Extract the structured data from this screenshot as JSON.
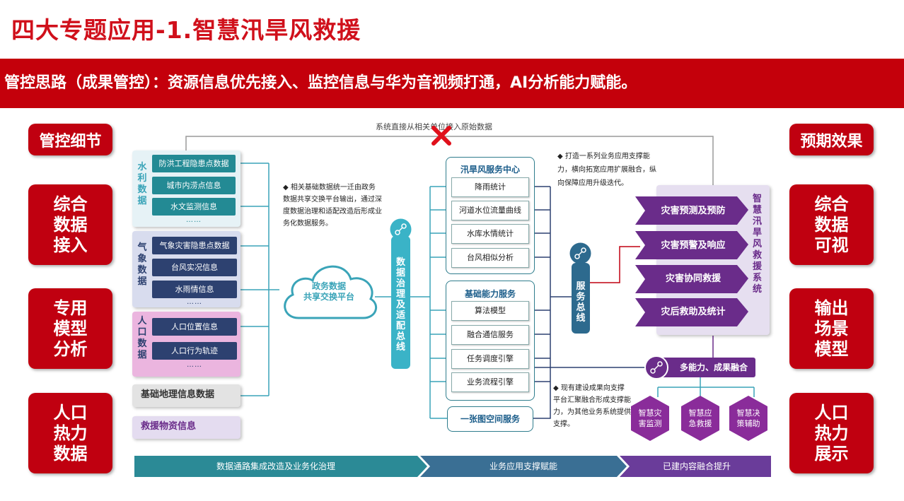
{
  "page": {
    "title": "四大专题应用-1.智慧汛旱风救援",
    "banner": "管控思路（成果管控）：资源信息优先接入、监控信息与华为音视频打通，AI分析能力赋能。"
  },
  "left": {
    "header": "管控细节",
    "items": [
      "综合\n数据\n接入",
      "专用\n模型\n分析",
      "人口\n热力\n数据"
    ]
  },
  "right": {
    "header": "预期效果",
    "items": [
      "综合\n数据\n可视",
      "输出\n场景\n模型",
      "人口\n热力\n展示"
    ]
  },
  "top_note": "系统直接从相关单位接入原始数据",
  "sources": {
    "water": {
      "label": "水利数据",
      "items": [
        "防洪工程隐患点数据",
        "城市内涝点信息",
        "水文监测信息"
      ],
      "more": "……"
    },
    "weather": {
      "label": "气象数据",
      "items": [
        "气象灾害隐患点数据",
        "台风实况信息",
        "水雨情信息"
      ],
      "more": "……"
    },
    "population": {
      "label": "人口数据",
      "items": [
        "人口位置信息",
        "人口行为轨迹"
      ],
      "more": "……"
    },
    "geo": "基础地理信息数据",
    "rescue": "救援物资信息"
  },
  "cloud": {
    "line1": "政务数据",
    "line2": "共享交换平台"
  },
  "notes": {
    "n1": "相关基础数据统一迁由政务数据共享交换平台输出，通过深度数据治理和适配改造后形成业务化数据服务。",
    "n2": "打造一系列业务应用支撑能力，横向拓宽应用扩展融合，纵向保障应用升级迭代。",
    "n3": "现有建设成果向支撑平台汇聚融合形成支撑能力，为其他业务系统提供支撑。",
    "bullet": "◆"
  },
  "bus1": "数据治理及适配总线",
  "bus2": "服务总线",
  "services": {
    "flood": {
      "header": "汛旱风服务中心",
      "items": [
        "降雨统计",
        "河道水位流量曲线",
        "水库水情统计",
        "台风相似分析"
      ]
    },
    "base": {
      "header": "基础能力服务",
      "items": [
        "算法模型",
        "融合通信服务",
        "任务调度引擎",
        "业务流程引擎"
      ]
    },
    "map": "一张图空间服务"
  },
  "apps": {
    "system": "智慧汛旱风救援系统",
    "items": [
      "灾害预测及预防",
      "灾害预警及响应",
      "灾害协同救援",
      "灾后救助及统计"
    ]
  },
  "fusion": {
    "label": "多能力、成果融合",
    "hexes": [
      "智慧灾\n害监测",
      "智慧应\n急救援",
      "智慧决\n策辅助"
    ]
  },
  "bottom": [
    "数据通路集成改造及业务化治理",
    "业务应用支撑赋能",
    "已建内容融合提升"
  ],
  "colors": {
    "red": "#c00010",
    "teal": "#238a94",
    "navy": "#2d4170",
    "purple": "#6a2c8a",
    "lavender": "#e6dff0"
  }
}
